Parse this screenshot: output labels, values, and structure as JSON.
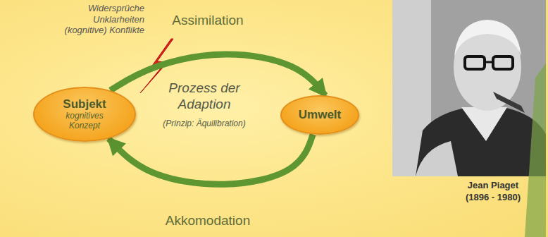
{
  "diagram": {
    "nodes": [
      {
        "text": [
          "Subjekt",
          "kognitives Konzept"
        ]
      },
      {
        "text": [
          "Umwelt"
        ]
      }
    ],
    "edges": [
      {
        "from": 0,
        "to": 1,
        "label": "Assimilation",
        "arrow": "to"
      },
      {
        "from": 1,
        "to": 0,
        "label": "Akkomodation",
        "arrow": "to"
      }
    ],
    "labels": [
      "Widersprüche Unklarheiten (kognitive) Konflikte",
      "Prozess der Adaption",
      "(Prinzip: Äquilibration)",
      "Jean Piaget",
      "(1896 - 1980)"
    ]
  }
}
